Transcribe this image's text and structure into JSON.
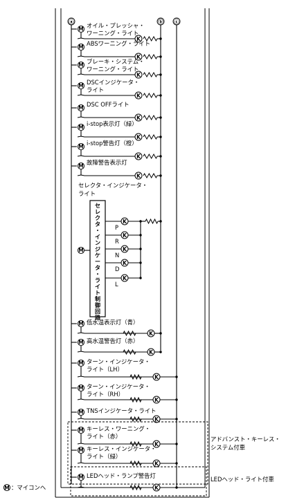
{
  "nodes": {
    "a": "ⓐ",
    "b": "ⓑ",
    "c": "ⓒ"
  },
  "symbols": {
    "micom": "M",
    "lamp": "K"
  },
  "indicators": [
    {
      "lines": [
        "オイル・プレッシャ・",
        "ワーニング・ライト"
      ]
    },
    {
      "lines": [
        "ABSワーニング・ライト"
      ]
    },
    {
      "lines": [
        "ブレーキ・システム・",
        "ワーニング・ライト"
      ]
    },
    {
      "lines": [
        "DSCインジケータ・",
        "ライト"
      ]
    },
    {
      "lines": [
        "DSC OFFライト"
      ]
    },
    {
      "lines": [
        "i-stop表示灯（緑）"
      ]
    },
    {
      "lines": [
        "i-stop警告灯（橙）"
      ]
    },
    {
      "lines": [
        "故障警告表示灯"
      ]
    }
  ],
  "selector": {
    "title_lines": [
      "セレクタ・インジケータ・",
      "ライト"
    ],
    "control_circuit": "セレクタ・インジケータ・ライト制御回路",
    "positions": [
      "P",
      "R",
      "N",
      "D",
      "L"
    ]
  },
  "indicators_lower": [
    {
      "lines": [
        "低水温表示灯（青）"
      ]
    },
    {
      "lines": [
        "高水温警告灯（赤）"
      ]
    },
    {
      "lines": [
        "ターン・インジケータ・",
        "ライト（LH）"
      ]
    },
    {
      "lines": [
        "ターン・インジケータ・",
        "ライト（RH）"
      ]
    },
    {
      "lines": [
        "TNSインジケータ・ライト"
      ]
    },
    {
      "lines": [
        "キーレス・ワーニング・",
        "ライト（赤）"
      ]
    },
    {
      "lines": [
        "キーレス・インジケータ・",
        "ライト（緑）"
      ]
    },
    {
      "lines": [
        "LEDヘッド・ランプ警告灯"
      ]
    }
  ],
  "notes": {
    "advanced_keyless": [
      "アドバンスト・キーレス・",
      "システム付車"
    ],
    "led_headlight": "LEDヘッド・ライト付車",
    "legend": "：マイコンへ"
  }
}
